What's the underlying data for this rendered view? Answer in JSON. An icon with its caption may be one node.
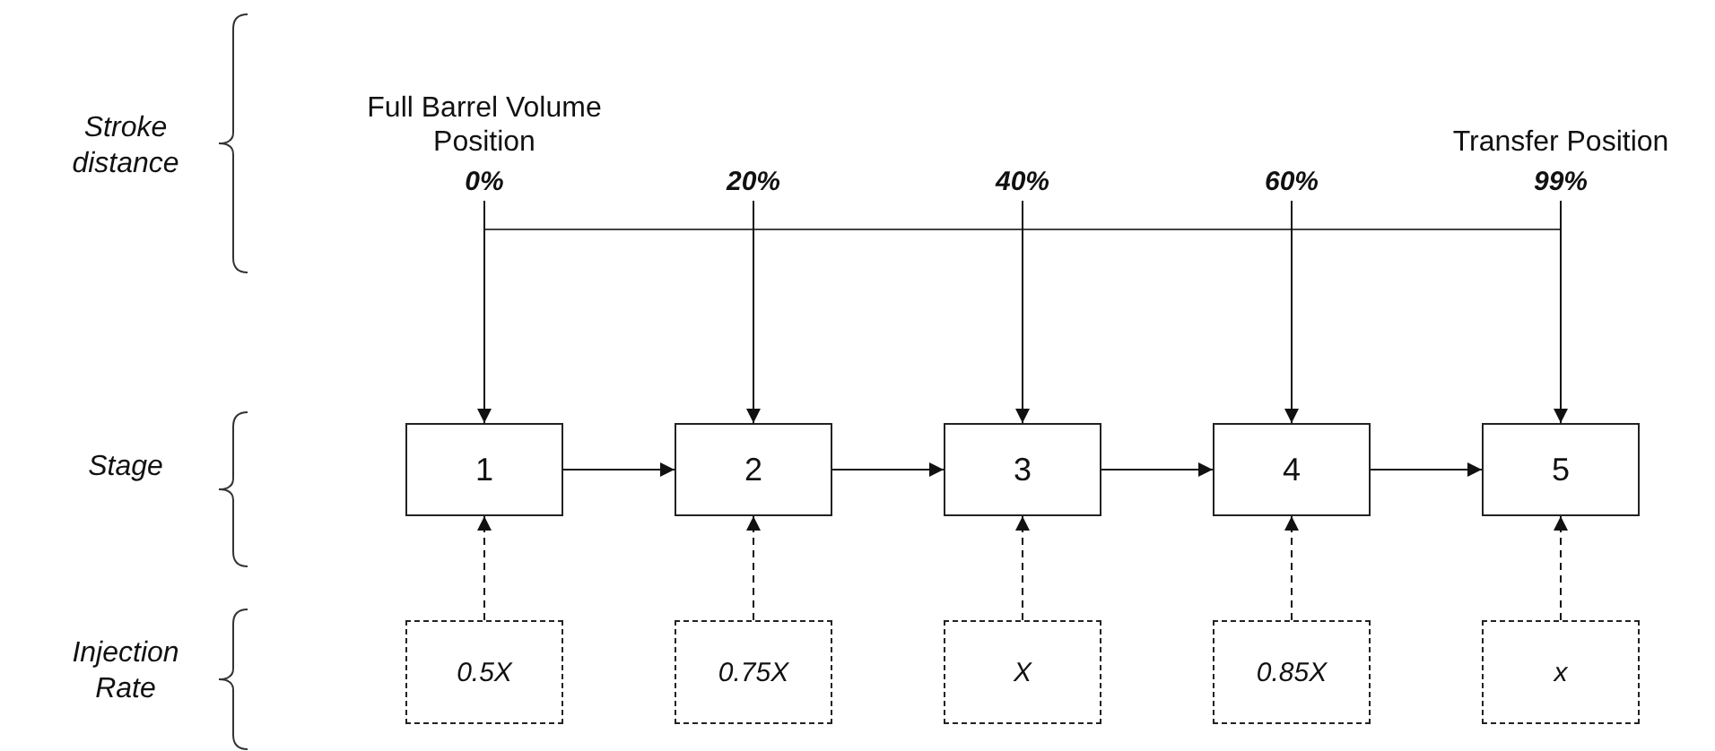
{
  "diagram": {
    "nodes": [
      {
        "text": [
          "1"
        ]
      },
      {
        "text": [
          "2"
        ]
      },
      {
        "text": [
          "3"
        ]
      },
      {
        "text": [
          "4"
        ]
      },
      {
        "text": [
          "5"
        ]
      },
      {
        "text": [
          "0.5X"
        ]
      },
      {
        "text": [
          "0.75X"
        ]
      },
      {
        "text": [
          "X"
        ]
      },
      {
        "text": [
          "0.85X"
        ]
      },
      {
        "text": [
          "x"
        ]
      },
      {
        "text": [
          "Full Barrel Volume Position",
          "0%"
        ]
      },
      {
        "text": [
          "20%"
        ]
      },
      {
        "text": [
          "40%"
        ]
      },
      {
        "text": [
          "60%"
        ]
      },
      {
        "text": [
          "Transfer Position",
          "99%"
        ]
      }
    ],
    "edges": [
      {
        "from": 10,
        "to": 0,
        "arrow": "to"
      },
      {
        "from": 11,
        "to": 1,
        "arrow": "to"
      },
      {
        "from": 12,
        "to": 2,
        "arrow": "to"
      },
      {
        "from": 13,
        "to": 3,
        "arrow": "to"
      },
      {
        "from": 14,
        "to": 4,
        "arrow": "to"
      },
      {
        "from": 0,
        "to": 1,
        "arrow": "to"
      },
      {
        "from": 1,
        "to": 2,
        "arrow": "to"
      },
      {
        "from": 2,
        "to": 3,
        "arrow": "to"
      },
      {
        "from": 3,
        "to": 4,
        "arrow": "to"
      },
      {
        "from": 5,
        "to": 0,
        "arrow": "to",
        "style": "dashed"
      },
      {
        "from": 6,
        "to": 1,
        "arrow": "to",
        "style": "dashed"
      },
      {
        "from": 7,
        "to": 2,
        "arrow": "to",
        "style": "dashed"
      },
      {
        "from": 8,
        "to": 3,
        "arrow": "to",
        "style": "dashed"
      },
      {
        "from": 9,
        "to": 4,
        "arrow": "to",
        "style": "dashed"
      }
    ],
    "labels": [
      "Stroke distance",
      "Stage",
      "Injection Rate"
    ]
  }
}
